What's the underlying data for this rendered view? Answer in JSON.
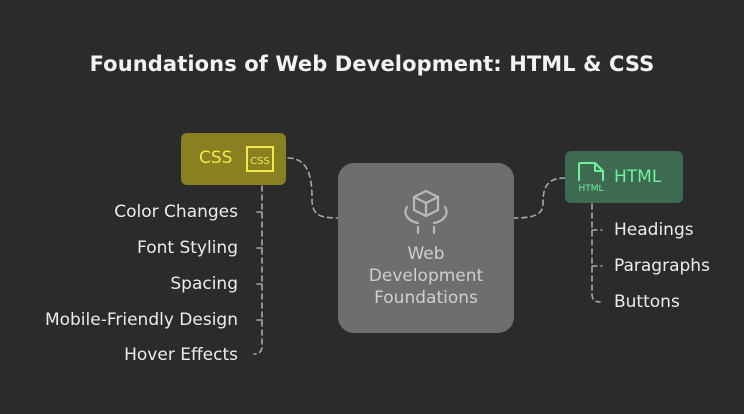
{
  "title": "Foundations of Web Development: HTML & CSS",
  "center": {
    "lines": [
      "Web",
      "Development",
      "Foundations"
    ],
    "icon": "cube-icon"
  },
  "css_node": {
    "label": "CSS",
    "icon": "css-file-icon",
    "icon_text": "CSS",
    "color": "#898121",
    "text_color": "#f5e84a",
    "items": [
      "Color Changes",
      "Font Styling",
      "Spacing",
      "Mobile-Friendly Design",
      "Hover Effects"
    ]
  },
  "html_node": {
    "label": "HTML",
    "icon": "html-file-icon",
    "icon_text": "HTML",
    "color": "#3e6a52",
    "text_color": "#6ef29c",
    "items": [
      "Headings",
      "Paragraphs",
      "Buttons"
    ]
  }
}
